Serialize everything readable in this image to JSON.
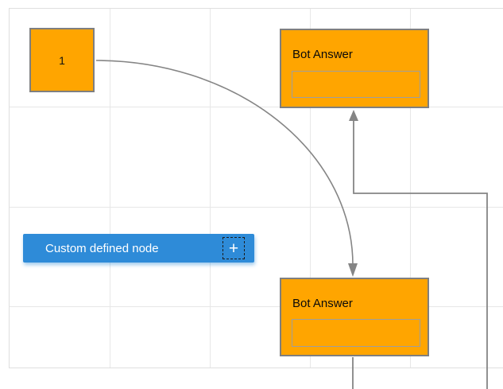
{
  "diagram": {
    "start_node": {
      "label": "1"
    },
    "bot_answer_top": {
      "title": "Bot Answer",
      "field_value": ""
    },
    "bot_answer_bottom": {
      "title": "Bot Answer",
      "field_value": ""
    },
    "custom_node": {
      "label": "Custom defined node",
      "plus_icon": "+"
    }
  },
  "colors": {
    "node_orange": "#FFA500",
    "node_border_gray": "#7F7F7F",
    "field_border_gray": "#9E9E9E",
    "custom_blue": "#2E8BD8",
    "connector_gray": "#858585",
    "grid_gray": "#E7E7E7",
    "canvas_border": "#DFDFDF"
  }
}
